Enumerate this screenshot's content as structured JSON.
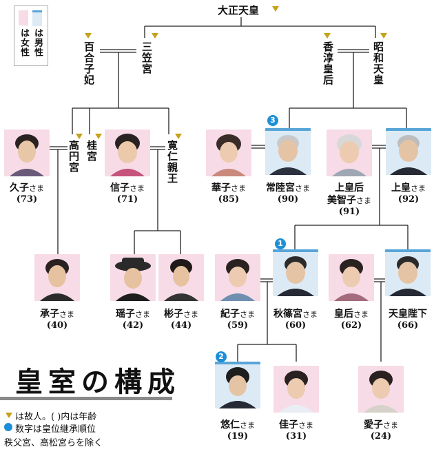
{
  "legend": {
    "male": "は男性",
    "female": "は女性"
  },
  "title": "皇室の構成",
  "notes": {
    "deceased": "は故人。(  )内は年齢",
    "succession": "数字は皇位継承順位",
    "excluded": "秩父宮、高松宮らを除く"
  },
  "colors": {
    "deceased_marker": "#c7a11a",
    "male_bg": "#dceaf5",
    "male_bar": "#58a5d8",
    "female_bg": "#f7dbe7",
    "badge": "#1e8fd6"
  },
  "deceased": {
    "taisho": "大正天皇",
    "yuriko": "百合子妃",
    "mikasa": "三笠宮",
    "kojun": "香淳皇后",
    "showa": "昭和天皇",
    "takamado": "高円宮",
    "katsura": "桂宮",
    "tomohito": "寛仁親王"
  },
  "people": {
    "hisako": {
      "name": "久子",
      "sama": "さま",
      "age": "(73)"
    },
    "nobuko": {
      "name": "信子",
      "sama": "さま",
      "age": "(71)"
    },
    "hanako": {
      "name": "華子",
      "sama": "さま",
      "age": "(85)"
    },
    "hitachi": {
      "name": "常陸宮",
      "sama": "さま",
      "age": "(90)",
      "rank": "3"
    },
    "jokogo": {
      "name": "上皇后",
      "name2": "美智子",
      "sama": "さま",
      "age": "(91)"
    },
    "joko": {
      "name": "上皇",
      "sama": "さま",
      "age": "(92)"
    },
    "tsuguko": {
      "name": "承子",
      "sama": "さま",
      "age": "(40)"
    },
    "yoko": {
      "name": "瑶子",
      "sama": "さま",
      "age": "(42)"
    },
    "akiko": {
      "name": "彬子",
      "sama": "さま",
      "age": "(44)"
    },
    "kiko": {
      "name": "紀子",
      "sama": "さま",
      "age": "(59)"
    },
    "akishino": {
      "name": "秋篠宮",
      "sama": "さま",
      "age": "(60)",
      "rank": "1"
    },
    "kogo": {
      "name": "皇后",
      "sama": "さま",
      "age": "(62)"
    },
    "tenno": {
      "name": "天皇陛下",
      "sama": "",
      "age": "(66)"
    },
    "hisahito": {
      "name": "悠仁",
      "sama": "さま",
      "age": "(19)",
      "rank": "2"
    },
    "kako": {
      "name": "佳子",
      "sama": "さま",
      "age": "(31)"
    },
    "aiko": {
      "name": "愛子",
      "sama": "さま",
      "age": "(24)"
    }
  }
}
